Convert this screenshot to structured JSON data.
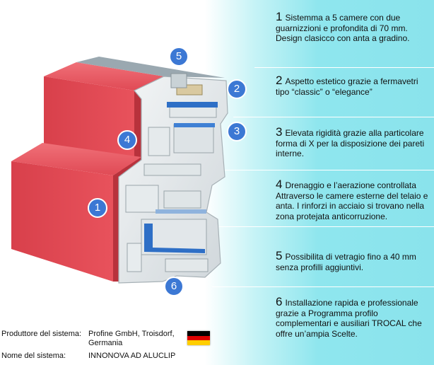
{
  "features": [
    {
      "num": "1",
      "text": "Sistemma a 5 camere con due guarnizzioni e profondita di 70 mm. Design clasicco con anta a gradino."
    },
    {
      "num": "2",
      "text": "Aspetto estetico grazie a fermavetri tipo “classic” o “elegance”"
    },
    {
      "num": "3",
      "text": "Elevata rigidità grazie alla particolare forma di X per la disposizione dei pareti interne."
    },
    {
      "num": "4",
      "text": "Drenaggio e l’aerazione controllata Attraverso le camere esterne del telaio e anta. I rinforzi in acciaio si trovano nella zona protejata anticorruzione."
    },
    {
      "num": "5",
      "text": "Possibilita di vetragio fino a 40 mm senza profilli aggiuntivi."
    },
    {
      "num": "6",
      "text": "Installazione rapida e professionale grazie a Programma profilo complementari e ausiliari TROCAL che offre un’ampia Scelte."
    }
  ],
  "badges": [
    "1",
    "2",
    "3",
    "4",
    "5",
    "6"
  ],
  "footer": {
    "producer_label": "Produttore del sistema:",
    "producer_value_line1": "Profine GmbH, Troisdorf,",
    "producer_value_line2": "Germania",
    "system_label": "Nome del sistema:",
    "system_value": "INNONOVA AD ALUCLIP"
  },
  "colors": {
    "frame_red": "#e0434e",
    "pvc_white": "#eef1f2",
    "panel_cyan": "#8ae3ec",
    "badge_blue": "#3c78d4",
    "gasket_blue": "#2e6fc6"
  }
}
